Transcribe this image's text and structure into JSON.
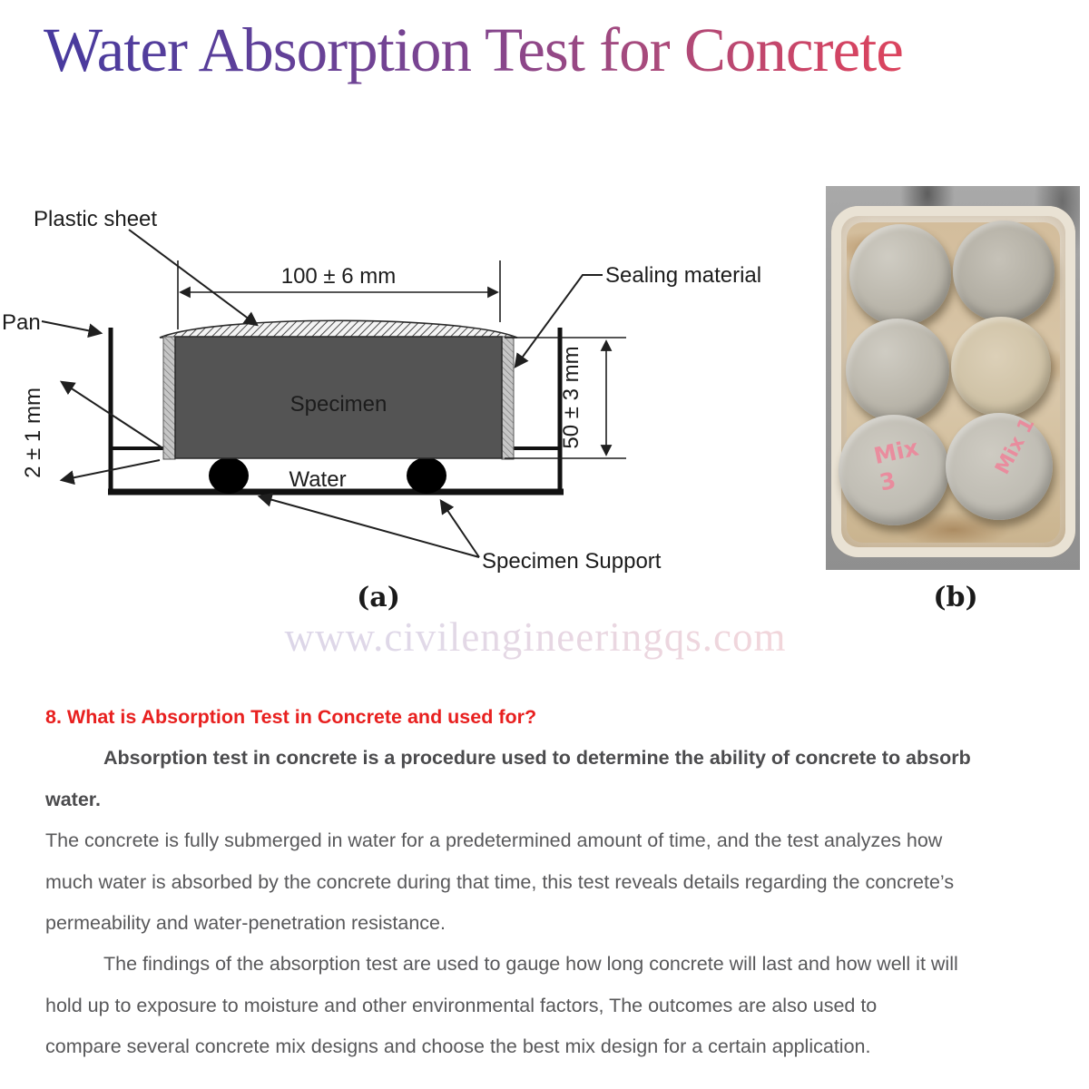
{
  "page": {
    "title": "Water Absorption Test for Concrete",
    "watermark": "www.civilengineeringqs.com"
  },
  "figure": {
    "caption_a": "(a)",
    "caption_b": "(b)",
    "diagram": {
      "labels": {
        "plastic_sheet": "Plastic sheet",
        "sealing_material": "Sealing material",
        "pan": "Pan",
        "specimen": "Specimen",
        "water": "Water",
        "specimen_support": "Specimen Support"
      },
      "dimensions": {
        "width": "100 ± 6 mm",
        "height": "50 ± 3 mm",
        "gap": "2 ± 1 mm"
      }
    },
    "photo": {
      "mix_label_left": "Mix\n3",
      "mix_label_right": "Mix 1"
    }
  },
  "content": {
    "heading": "8. What is Absorption Test in Concrete and used for?",
    "para1_line1": "Absorption test in concrete is a procedure used to determine the ability of concrete to absorb",
    "para1_line2": "water.",
    "para2_line1": "The concrete is fully submerged in water for a predetermined amount of time, and the test analyzes how",
    "para2_line2": "much water is absorbed by the concrete during that time, this test reveals details regarding the concrete’s",
    "para2_line3": "permeability and water-penetration resistance.",
    "para3_line1": "The findings of the absorption test are used to gauge how long concrete will last and how well it will",
    "para3_line2": "hold up to exposure to moisture and other environmental factors, The outcomes are also used to",
    "para3_line3": "compare several concrete mix designs and choose the best mix design for a certain application."
  },
  "colors": {
    "title_gradient_start": "#473a9e",
    "title_gradient_end": "#ef4251",
    "heading_red": "#e8201f",
    "body_text": "#58585a",
    "specimen_fill": "#545454"
  }
}
